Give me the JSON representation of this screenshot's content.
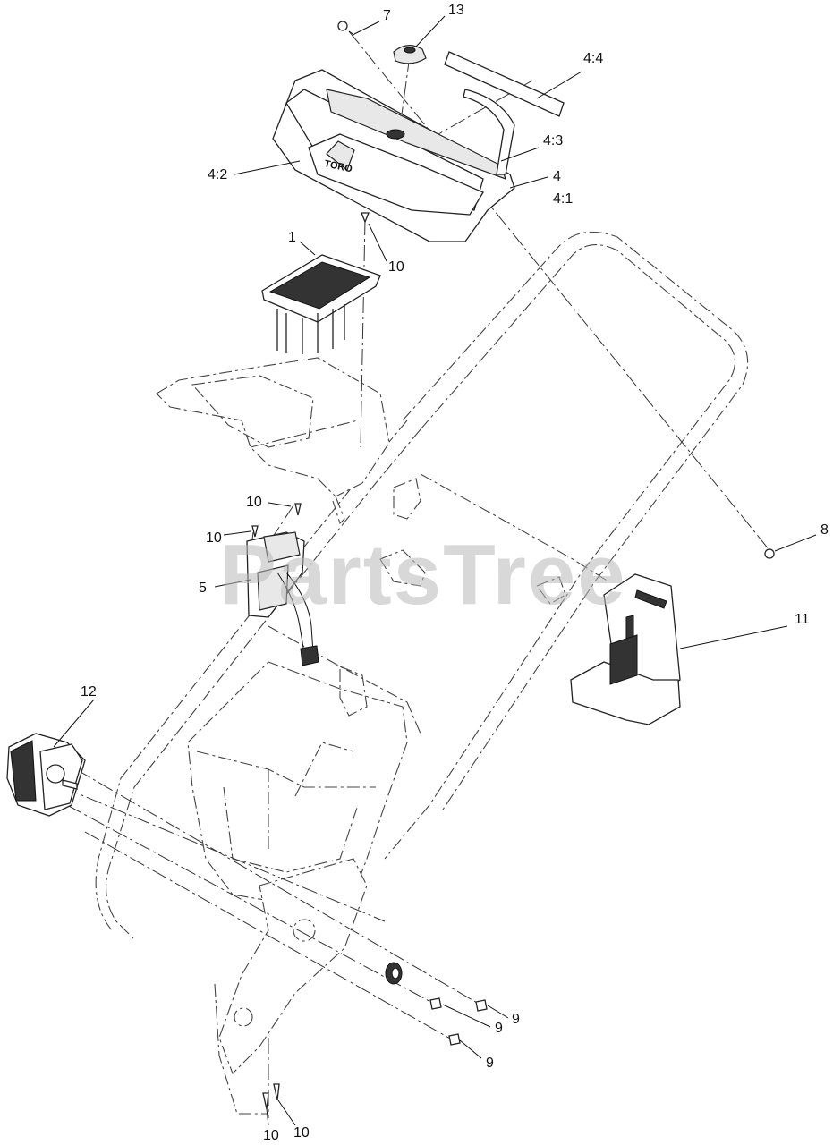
{
  "watermark": "PartsTree",
  "callouts": [
    {
      "id": "c7",
      "text": "7"
    },
    {
      "id": "c13",
      "text": "13"
    },
    {
      "id": "c4-4",
      "text": "4:4"
    },
    {
      "id": "c4-3",
      "text": "4:3"
    },
    {
      "id": "c4-2",
      "text": "4:2"
    },
    {
      "id": "c4",
      "text": "4"
    },
    {
      "id": "c4-1",
      "text": "4:1"
    },
    {
      "id": "c1",
      "text": "1"
    },
    {
      "id": "c10a",
      "text": "10"
    },
    {
      "id": "c10b",
      "text": "10"
    },
    {
      "id": "c10c",
      "text": "10"
    },
    {
      "id": "c5",
      "text": "5"
    },
    {
      "id": "c8",
      "text": "8"
    },
    {
      "id": "c11",
      "text": "11"
    },
    {
      "id": "c12",
      "text": "12"
    },
    {
      "id": "c9a",
      "text": "9"
    },
    {
      "id": "c9b",
      "text": "9"
    },
    {
      "id": "c9c",
      "text": "9"
    },
    {
      "id": "c10d",
      "text": "10"
    },
    {
      "id": "c10e",
      "text": "10"
    }
  ]
}
